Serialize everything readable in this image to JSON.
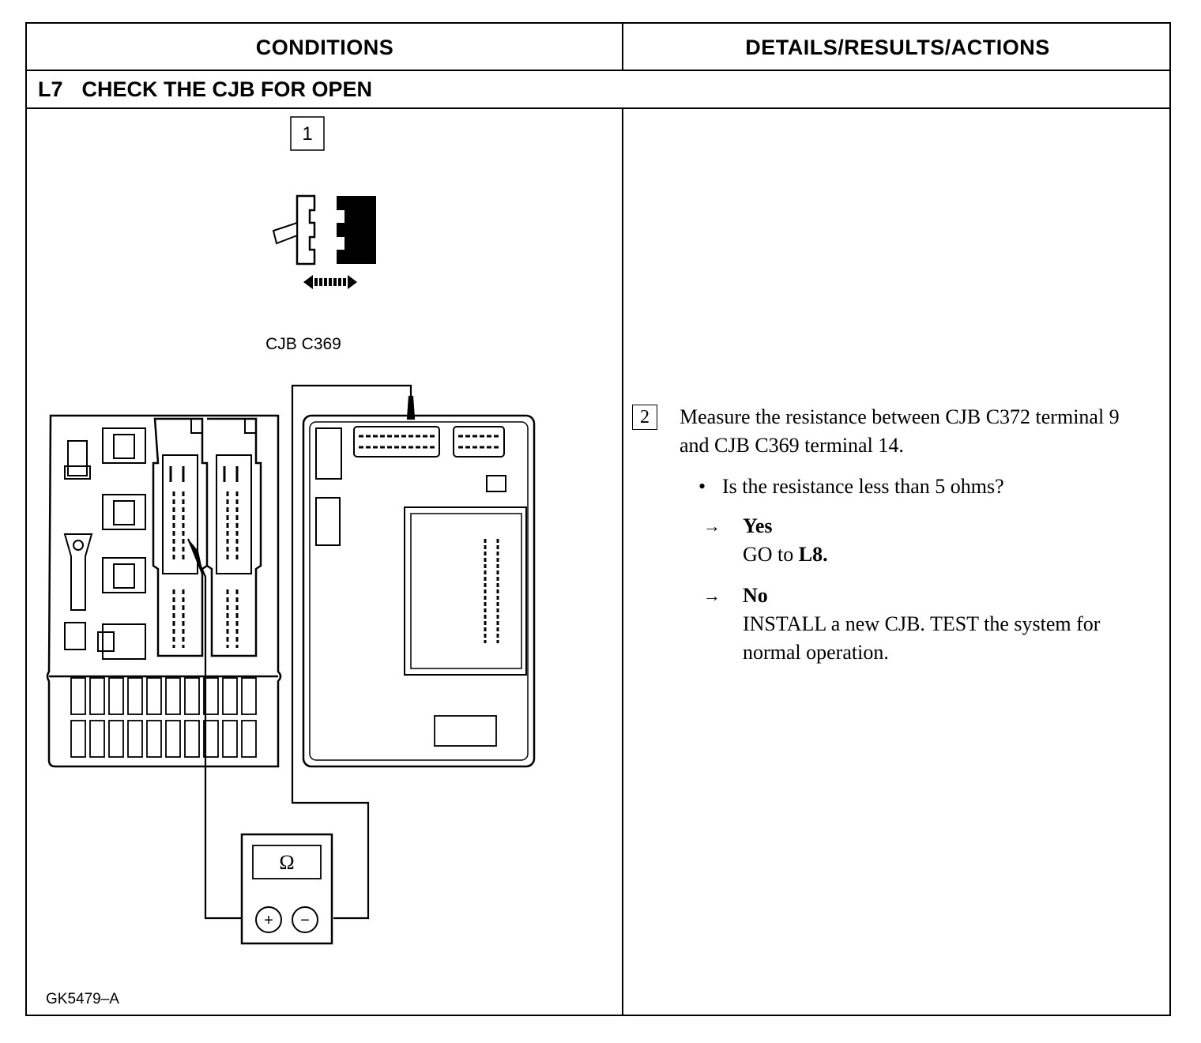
{
  "table": {
    "col_conditions": "CONDITIONS",
    "col_details": "DETAILS/RESULTS/ACTIONS"
  },
  "step": {
    "number": "L7",
    "title": "CHECK THE CJB FOR OPEN"
  },
  "diagram": {
    "step1_number": "1",
    "connector_label": "CJB C369",
    "meter_symbol": "Ω",
    "plus_symbol": "+",
    "minus_symbol": "−",
    "figure_id": "GK5479–A"
  },
  "action": {
    "step2_number": "2",
    "measure_text": "Measure the resistance between CJB C372 terminal 9 and CJB C369 terminal 14.",
    "question": "Is the resistance less than 5 ohms?",
    "outcomes": [
      {
        "arrow": "→",
        "label": "Yes",
        "text_prefix": "GO to ",
        "text_ref": "L8.",
        "text": ""
      },
      {
        "arrow": "→",
        "label": "No",
        "text_prefix": "",
        "text_ref": "",
        "text": "INSTALL a new CJB. TEST the system for normal operation."
      }
    ]
  }
}
